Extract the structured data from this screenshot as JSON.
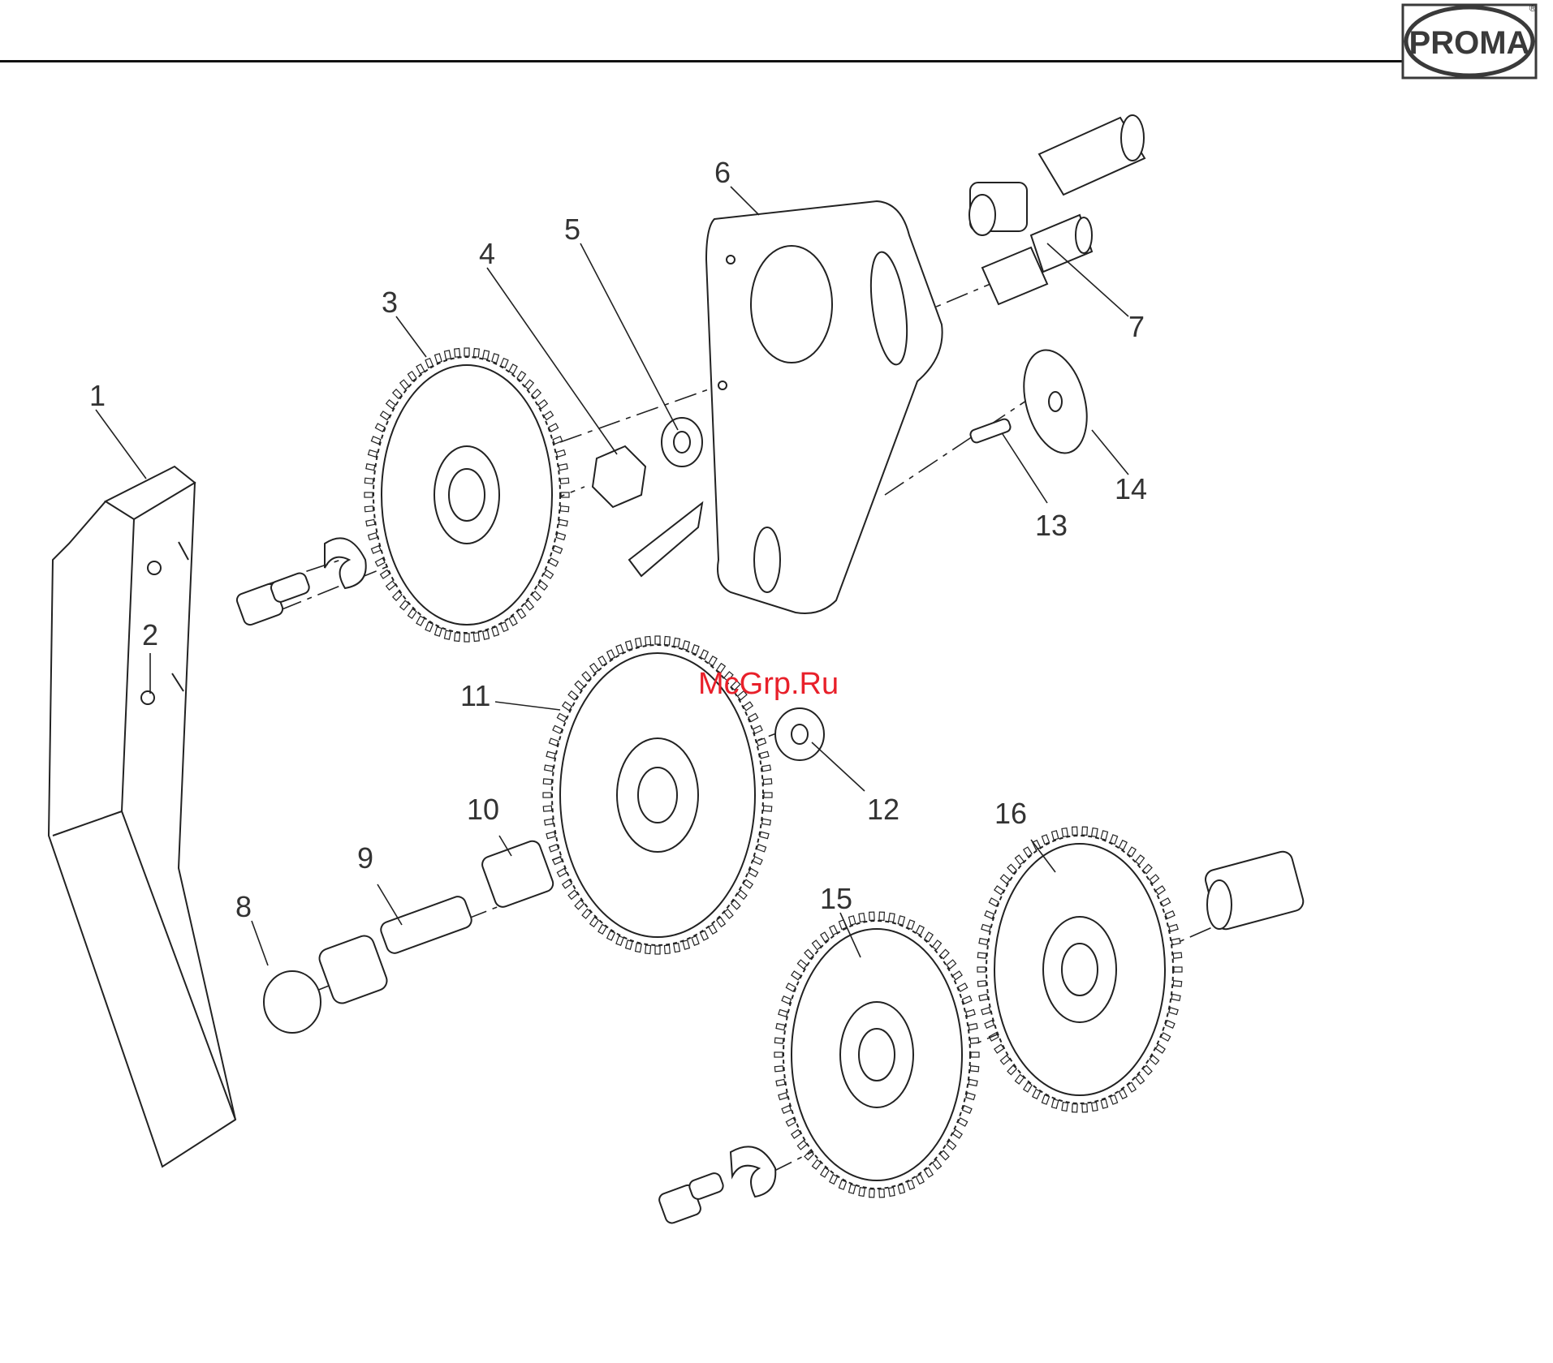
{
  "header": {
    "brand": "PROMA",
    "brand_mark": "®"
  },
  "watermark": "McGrp.Ru",
  "callouts": [
    "1",
    "2",
    "3",
    "4",
    "5",
    "6",
    "7",
    "8",
    "9",
    "10",
    "11",
    "12",
    "13",
    "14",
    "15",
    "16"
  ],
  "colors": {
    "line": "#222222",
    "watermark": "#e8202a",
    "logo_border": "#3a3a3a"
  },
  "icons": [
    "gear-icon",
    "washer-icon",
    "nut-icon",
    "bolt-icon",
    "bracket-icon",
    "cover-icon"
  ]
}
